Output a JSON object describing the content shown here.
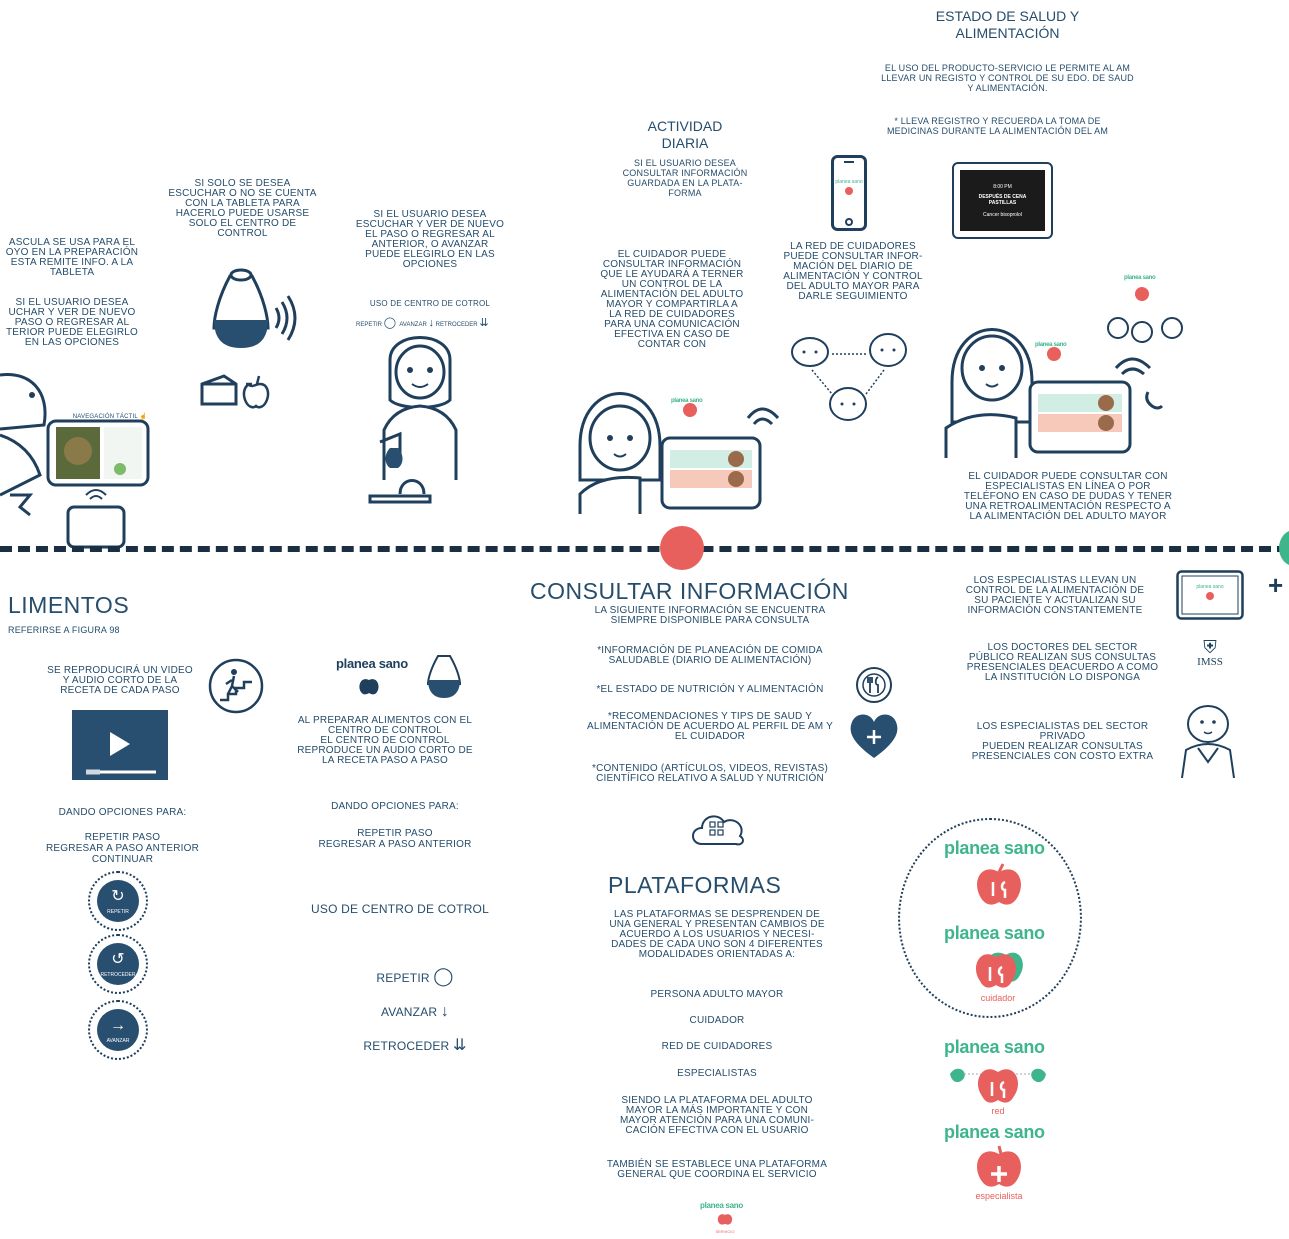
{
  "colors": {
    "navy": "#264d6b",
    "dark": "#1f3f5c",
    "red": "#e8605e",
    "green": "#3fb58c",
    "mint": "#d2ede3",
    "salmon": "#f6c9bb"
  },
  "top": {
    "estado_title": "ESTADO DE SALUD Y\nALIMENTACIÓN",
    "estado_text": "EL USO DEL PRODUCTO-SERVICIO LE PERMITE AL AM\nLLEVAR UN REGISTO Y CONTROL DE SU EDO. DE SAUD\nY ALIMENTACIÓN.",
    "estado_note": "* LLEVA REGISTRO Y RECUERDA LA TOMA DE\nMEDICINAS DURANTE LA  ALIMENTACIÓN  DEL AM",
    "actividad_title": "ACTIVIDAD\nDIARIA",
    "actividad_text": "SI EL USUARIO DESEA\nCONSULTAR INFORMACIÓN\nGUARDADA EN LA PLATA-\nFORMA",
    "cuidador_text": "EL CUIDADOR PUEDE\nCONSULTAR INFORMACIÓN\nQUE LE AYUDARÁ A TERNER\nUN CONTROL DE LA\nALIMENTACIÓN DEL ADULTO\nMAYOR Y COMPARTIRLA  A\nLA RED DE CUIDADORES\nPARA UNA COMUNICACIÓN\nEFECTIVA EN CASO DE\nCONTAR CON",
    "red_text": "LA RED DE CUIDADORES\nPUEDE CONSULTAR INFOR-\nMACIÓN DEL DIARIO DE\nALIMENTACIÓN Y CONTROL\nDEL ADULTO MAYOR PARA\nDARLE SEGUIMIENTO",
    "especialista_text": "EL CUIDADOR PUEDE CONSULTAR CON\nESPECIALISTAS EN LÍNEA O POR\nTELÉFONO EN CASO DE DUDAS Y TENER\nUNA RETROALIMENTACIÓN  RESPECTO A\nLA ALIMENTACIÓN DEL ADULTO MAYOR",
    "solo_escuchar_text": "SI SOLO SE DESEA\nESCUCHAR O NO SE CUENTA\nCON LA TABLETA PARA\nHACERLO PUEDE USARSE\nSOLO EL CENTRO DE\nCONTROL",
    "usuario_desea_text": "SI EL USUARIO DESEA\nESCUCHAR Y VER DE NUEVO\nEL PASO O REGRESAR AL\nANTERIOR, O AVANZAR\nPUEDE ELEGIRLO EN LAS\nOPCIONES",
    "uso_centro_small": "USO DE CENTRO DE COTROL",
    "small_repetir": "REPETIR",
    "small_avanzar": "AVANZAR",
    "small_retroceder": "RETROCEDER",
    "bascula_text": "ASCULA SE USA PARA EL\nOYO EN LA PREPARACIÓN\nESTA REMITE INFO. A LA\nTABLETA",
    "left_usuario_text": "SI EL USUARIO DESEA\nUCHAR Y VER DE NUEVO\n PASO O REGRESAR AL\nTERIOR PUEDE ELEGIRLO\nEN LAS OPCIONES",
    "navegacion": "NAVEGACIÓN TÁCTIL",
    "phone_time": "8:00 PM",
    "tablet_card_title": "DESPUÉS DE CENA\nPASTILLAS",
    "tablet_card_action": "Cancer bisoprolol"
  },
  "bottom_left": {
    "title": "LIMENTOS",
    "ref": "REFERIRSE A FIGURA 98",
    "video_text": "SE REPRODUCIRÁ UN VIDEO\nY AUDIO CORTO DE LA\nRECETA DE CADA PASO",
    "opciones_title": "DANDO OPCIONES PARA:",
    "opciones_list": "REPETIR PASO\nREGRESAR A PASO ANTERIOR\nCONTINUAR",
    "btn_repetir": "REPETIR",
    "btn_retroceder": "RETROCEDER",
    "btn_avanzar": "AVANZAR"
  },
  "bottom_mid": {
    "preparar_text": "AL PREPARAR ALIMENTOS CON EL\nCENTRO DE CONTROL\nEL CENTRO DE CONTROL\nREPRODUCE UN AUDIO CORTO DE\nLA RECETA PASO A PASO",
    "opciones_title": "DANDO OPCIONES PARA:",
    "opciones_list": "REPETIR PASO\nREGRESAR A PASO ANTERIOR",
    "uso_title": "USO DE CENTRO DE COTROL",
    "repetir": "REPETIR",
    "avanzar": "AVANZAR",
    "retroceder": "RETROCEDER"
  },
  "consultar": {
    "title": "CONSULTAR INFORMACIÓN",
    "subtitle": "LA  SIGUIENTE INFORMACIÓN SE ENCUENTRA\nSIEMPRE DISPONIBLE PARA CONSULTA",
    "item1": "*INFORMACIÓN DE  PLANEACIÓN DE COMIDA\nSALUDABLE (DIARIO DE ALIMENTACIÓN)",
    "item2": "*EL ESTADO DE NUTRICIÓN Y ALIMENTACIÓN",
    "item3": "*RECOMENDACIONES Y TIPS DE SAUD Y\nALIMENTACIÓN DE ACUERDO AL PERFIL DE AM Y\nEL CUIDADOR",
    "item4": "*CONTENIDO (ARTÍCULOS, VIDEOS, REVISTAS)\nCIENTÍFICO RELATIVO A SALUD Y NUTRICIÓN"
  },
  "plataformas": {
    "title": "PLATAFORMAS",
    "intro": "LAS PLATAFORMAS SE DESPRENDEN DE\nUNA GENERAL Y  PRESENTAN CAMBIOS DE\nACUERDO A LOS USUARIOS y NECESI-\nDADES DE CADA UNO SON 4 DIFERENTES\nMODALIDADES ORIENTADAS A:",
    "m1": "PERSONA ADULTO MAYOR",
    "m2": "CUIDADOR",
    "m3": "RED DE CUIDADORES",
    "m4": "ESPECIALISTAS",
    "closing1": "SIENDO LA PLATAFORMA DEL ADULTO\nMAYOR LA MÁS IMPORTANTE Y CON\nMAYOR ATENCIÓN PARA UNA COMUNI-\nCACIÓN EFECTIVA CON EL USUARIO",
    "closing2": "TAMBIÉN SE ESTABLECE UNA PLATAFORMA\nGENERAL QUE COORDINA EL SERVICIO"
  },
  "especialistas": {
    "t1": "LOS ESPECIALISTAS LLEVAN UN\nCONTROL DE LA ALIMENTACIÓN DE\nSU PACIENTE Y ACTUALIZAN SU\nINFORMACIÓN CONSTANTEMENTE",
    "t2": "LOS DOCTORES DEL SECTOR\nPÚBLICO REALIZAN SUS CONSULTAS\nPRESENCIALES DEACUERDO A COMO\nLA INSTITUCIÓN LO DISPONGA",
    "t3": "LOS ESPECIALISTAS DEL SECTOR\nPRIVADO\nPUEDEN REALIZAR CONSULTAS\nPRESENCIALES CON COSTO EXTRA",
    "imss": "IMSS",
    "plus": "+"
  },
  "brand": {
    "name": "planea sano",
    "cuidador": "cuidador",
    "red": "red",
    "especialista": "especialista",
    "servicio": "SERVICIO"
  }
}
